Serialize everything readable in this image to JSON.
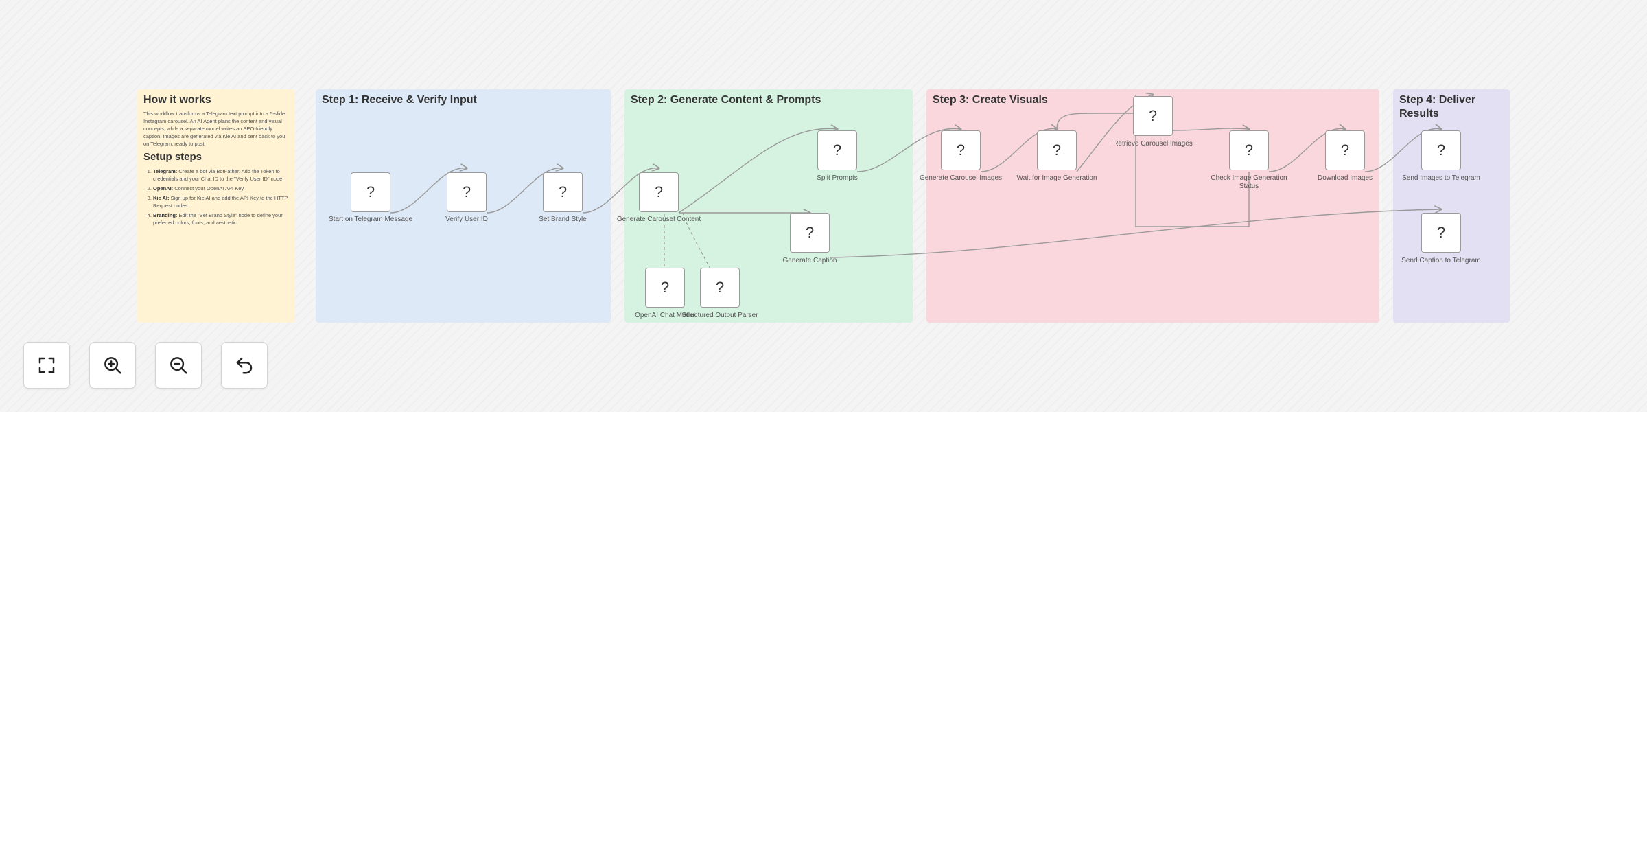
{
  "groups": {
    "how": {
      "title": "How it works",
      "intro": "This workflow transforms a Telegram text prompt into a 5-slide Instagram carousel. An AI Agent plans the content and visual concepts, while a separate model writes an SEO-friendly caption. Images are generated via Kie AI and sent back to you on Telegram, ready to post.",
      "setup_title": "Setup steps",
      "steps": [
        {
          "label": "Telegram:",
          "text": " Create a bot via BotFather. Add the Token to credentials and your Chat ID to the \"Verify User ID\" node."
        },
        {
          "label": "OpenAI:",
          "text": " Connect your OpenAI API Key."
        },
        {
          "label": "Kie AI:",
          "text": " Sign up for Kie AI and add the API Key to the HTTP Request nodes."
        },
        {
          "label": "Branding:",
          "text": " Edit the \"Set Brand Style\" node to define your preferred colors, fonts, and aesthetic."
        }
      ]
    },
    "s1": {
      "title": "Step 1: Receive & Verify Input"
    },
    "s2": {
      "title": "Step 2: Generate Content & Prompts"
    },
    "s3": {
      "title": "Step 3: Create Visuals"
    },
    "s4": {
      "title": "Step 4: Deliver Results"
    }
  },
  "nodes": [
    {
      "id": "start",
      "name": "start-on-telegram-message-node",
      "icon": "?",
      "label": "Start on Telegram Message"
    },
    {
      "id": "verify",
      "name": "verify-user-id-node",
      "icon": "?",
      "label": "Verify User ID"
    },
    {
      "id": "brand",
      "name": "set-brand-style-node",
      "icon": "?",
      "label": "Set Brand Style"
    },
    {
      "id": "gencontent",
      "name": "generate-carousel-content-node",
      "icon": "?",
      "label": "Generate Carousel Content"
    },
    {
      "id": "split",
      "name": "split-prompts-node",
      "icon": "?",
      "label": "Split Prompts"
    },
    {
      "id": "caption",
      "name": "generate-caption-node",
      "icon": "?",
      "label": "Generate Caption"
    },
    {
      "id": "openai",
      "name": "openai-chat-model-node",
      "icon": "?",
      "label": "OpenAI Chat Model"
    },
    {
      "id": "parser",
      "name": "structured-output-parser-node",
      "icon": "?",
      "label": "Structured Output Parser"
    },
    {
      "id": "genimages",
      "name": "generate-carousel-images-node",
      "icon": "?",
      "label": "Generate Carousel Images"
    },
    {
      "id": "wait",
      "name": "wait-for-image-generation-node",
      "icon": "?",
      "label": "Wait for Image Generation"
    },
    {
      "id": "retrieve",
      "name": "retrieve-carousel-images-node",
      "icon": "?",
      "label": "Retrieve Carousel Images"
    },
    {
      "id": "check",
      "name": "check-image-generation-status-node",
      "icon": "?",
      "label": "Check Image Generation Status"
    },
    {
      "id": "download",
      "name": "download-images-node",
      "icon": "?",
      "label": "Download Images"
    },
    {
      "id": "sendimg",
      "name": "send-images-to-telegram-node",
      "icon": "?",
      "label": "Send Images to Telegram"
    },
    {
      "id": "sendcap",
      "name": "send-caption-to-telegram-node",
      "icon": "?",
      "label": "Send Caption to Telegram"
    }
  ],
  "controls": [
    {
      "name": "fit-view-button",
      "icon": "fit-view-icon"
    },
    {
      "name": "zoom-in-button",
      "icon": "zoom-in-icon"
    },
    {
      "name": "zoom-out-button",
      "icon": "zoom-out-icon"
    },
    {
      "name": "undo-button",
      "icon": "undo-icon"
    }
  ],
  "colors": {
    "how_bg": "#fff3d4",
    "step1_bg": "#dde9f7",
    "step2_bg": "#d6f3e1",
    "step3_bg": "#fad7dc",
    "step4_bg": "#e2e0f2",
    "edge": "#9a9a9a"
  }
}
